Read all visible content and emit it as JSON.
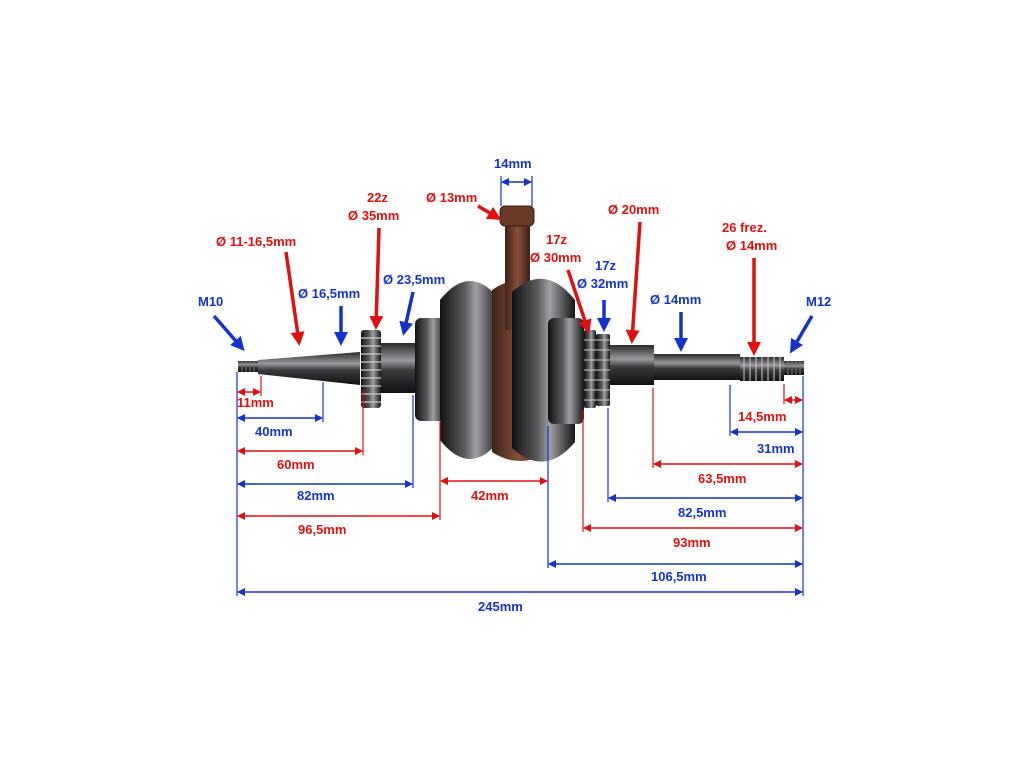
{
  "labels": {
    "thread_left": "M10",
    "thread_right": "M12",
    "taper": "Ø 11-16,5mm",
    "left_shaft": "Ø 16,5mm",
    "gear_left_teeth": "22z",
    "gear_left_dia": "Ø 35mm",
    "left_bearing_seat": "Ø 23,5mm",
    "pin": "Ø 13mm",
    "rod_width": "14mm",
    "gear_r1_teeth": "17z",
    "gear_r1_dia": "Ø 30mm",
    "gear_r2_teeth": "17z",
    "gear_r2_dia": "Ø 32mm",
    "right_seat": "Ø 20mm",
    "right_shaft": "Ø 14mm",
    "spline_count": "26 frez.",
    "spline_dia": "Ø 14mm"
  },
  "dimensions": {
    "d11": "11mm",
    "d40": "40mm",
    "d60": "60mm",
    "d82": "82mm",
    "d96": "96,5mm",
    "d42": "42mm",
    "d14_5": "14,5mm",
    "d31": "31mm",
    "d63_5": "63,5mm",
    "d82_5": "82,5mm",
    "d93": "93mm",
    "d106_5": "106,5mm",
    "d245": "245mm"
  },
  "colors": {
    "red": "#e01010",
    "blue": "#1533c8",
    "steel_dark": "#1b1b1d",
    "rust": "#6b3a26"
  }
}
